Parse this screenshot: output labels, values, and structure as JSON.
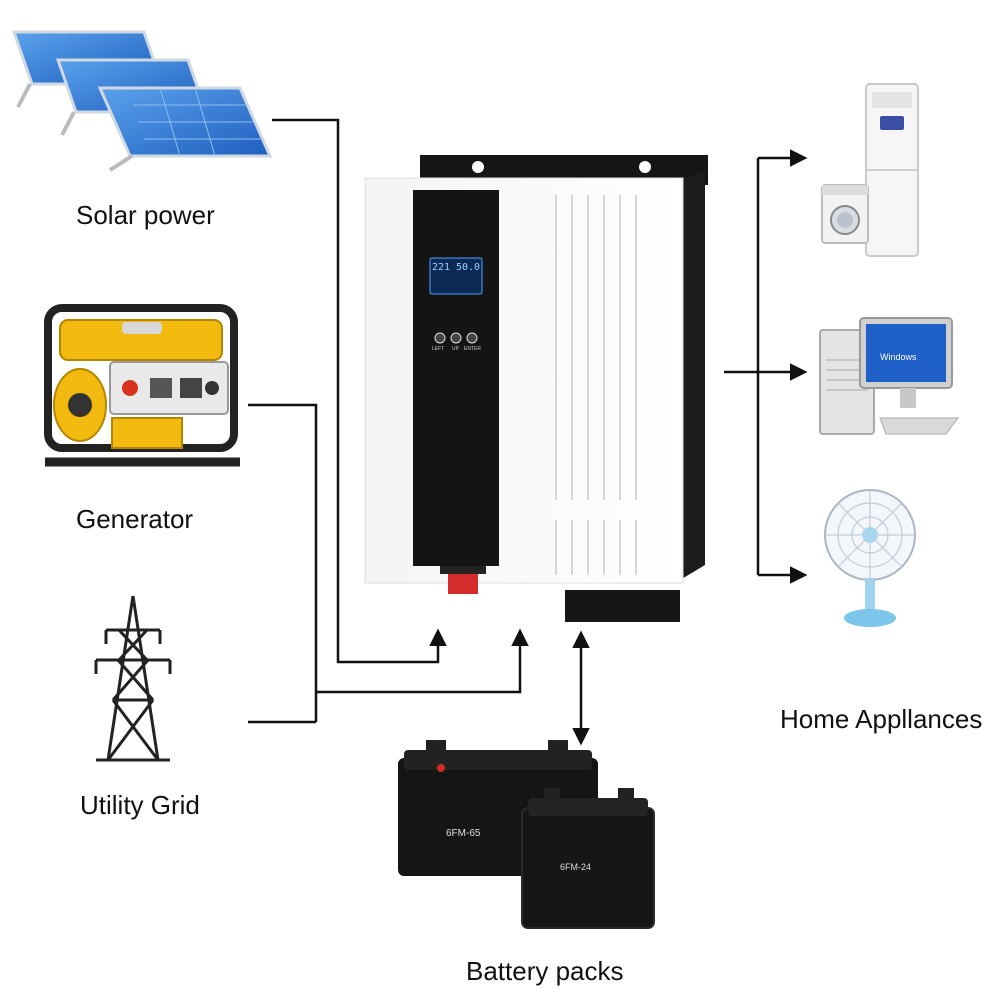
{
  "sources": [
    {
      "label": "Solar power",
      "icon": "solar-panel-icon"
    },
    {
      "label": "Generator",
      "icon": "generator-icon"
    },
    {
      "label": "Utility Grid",
      "icon": "utility-tower-icon"
    }
  ],
  "loads": {
    "label": "Home Appllances",
    "items": [
      {
        "icon": "air-conditioner-icon"
      },
      {
        "icon": "washing-machine-icon"
      },
      {
        "icon": "desktop-computer-icon"
      },
      {
        "icon": "electric-fan-icon"
      }
    ]
  },
  "storage": {
    "label": "Battery packs",
    "batteries": [
      {
        "model": "6FM-65"
      },
      {
        "model": "6FM-24"
      }
    ]
  },
  "inverter": {
    "icon": "inverter-icon",
    "display_left": "221",
    "display_right": "50.0",
    "button_labels": [
      "LEFT",
      "UP",
      "ENTER"
    ]
  },
  "monitor_brand": "Windows",
  "colors": {
    "line": "#111111",
    "panel_blue": "#2f7ad8",
    "generator_yellow": "#f2b90f",
    "inverter_black": "#141414"
  }
}
